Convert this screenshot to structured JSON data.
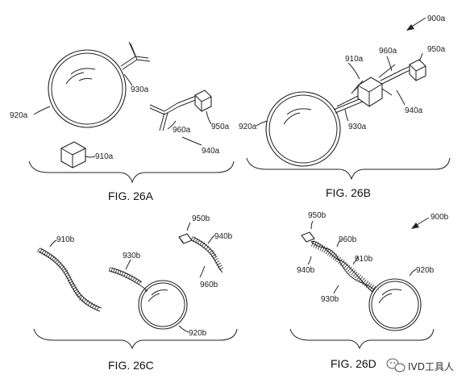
{
  "panels": {
    "a": {
      "caption": "FIG. 26A",
      "labels": {
        "bead": "920a",
        "antibody": "930a",
        "cube": "910a",
        "capture": "960a",
        "tag": "950a",
        "complex": "940a"
      }
    },
    "b": {
      "caption": "FIG. 26B",
      "ref": "900a",
      "labels": {
        "cube": "910a",
        "capture": "960a",
        "tag": "950a",
        "complex": "940a",
        "bead": "920a",
        "antibody": "930a"
      }
    },
    "c": {
      "caption": "FIG. 26C",
      "labels": {
        "strand": "910b",
        "probe": "930b",
        "tag": "950b",
        "complex": "940b",
        "capture": "960b",
        "bead": "920b"
      }
    },
    "d": {
      "caption": "FIG. 26D",
      "ref": "900b",
      "labels": {
        "tag": "950b",
        "capture": "960b",
        "complex": "940b",
        "strand": "910b",
        "bead": "920b",
        "probe": "930b"
      }
    }
  },
  "watermark": {
    "text": "IVD工具人",
    "icon": "wechat-icon"
  }
}
